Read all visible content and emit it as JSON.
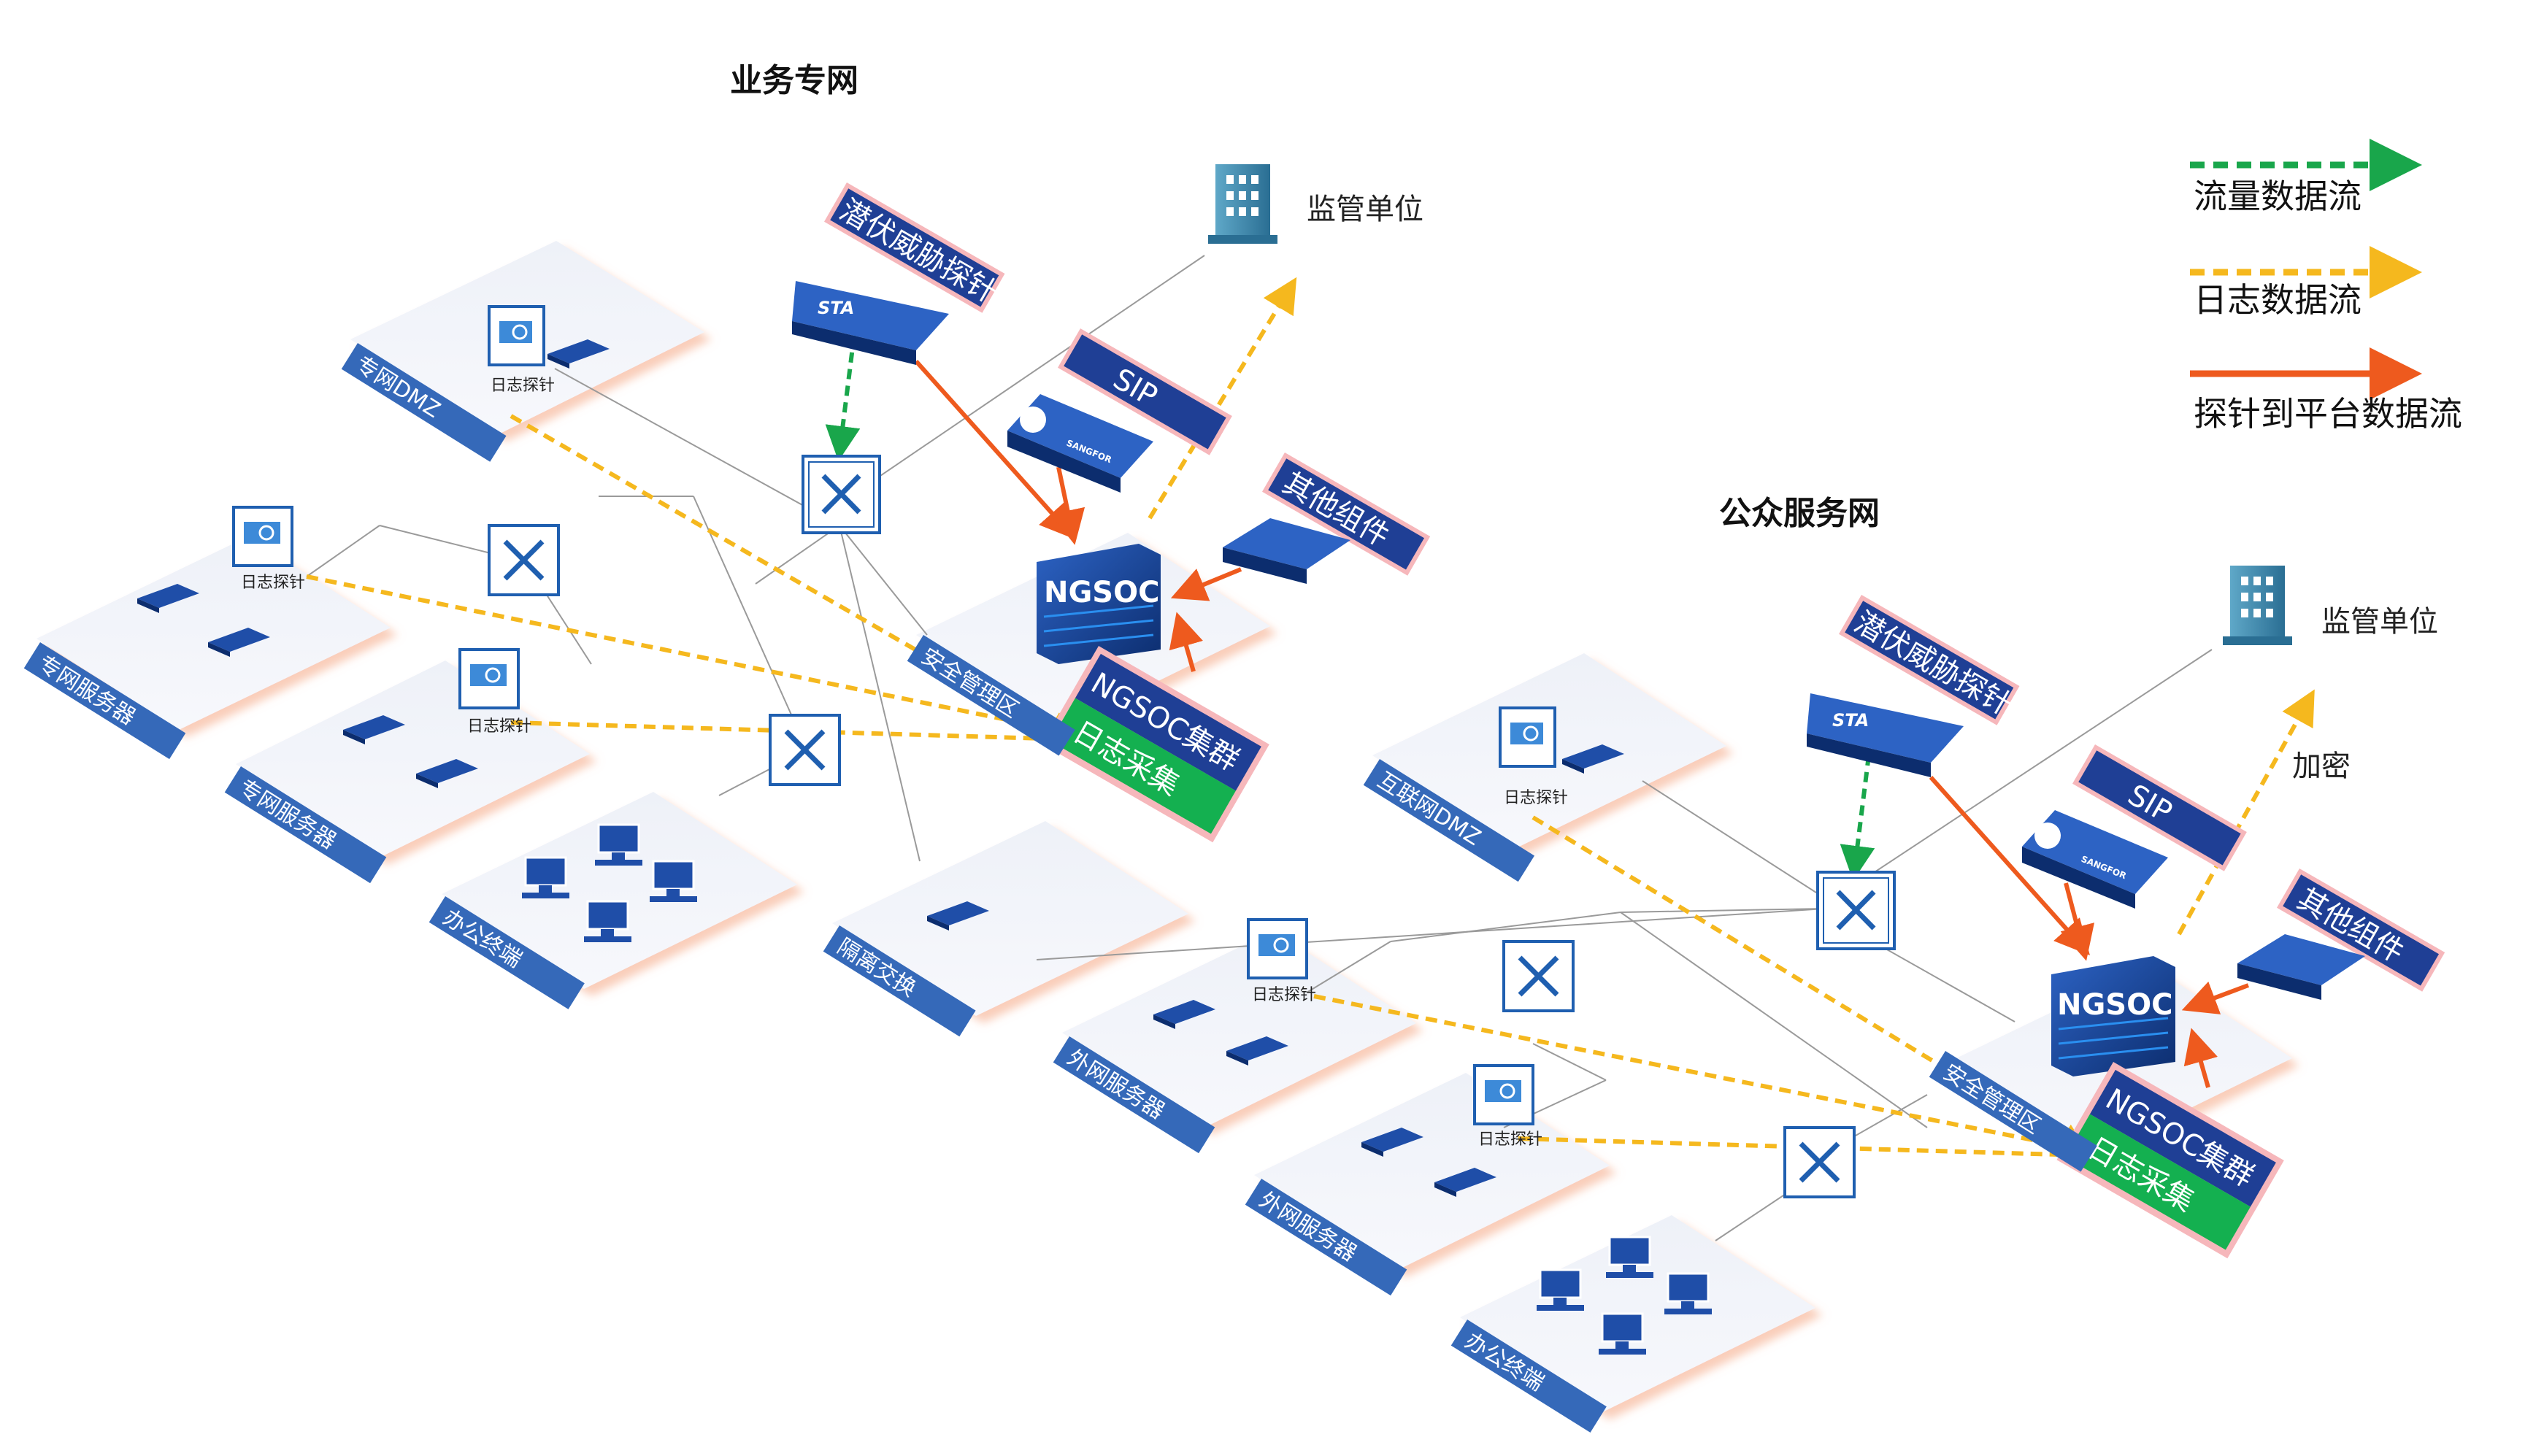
{
  "legend": {
    "traffic": "流量数据流",
    "log": "日志数据流",
    "probe": "探针到平台数据流",
    "colors": {
      "traffic": "#19a64b",
      "log": "#f5b81e",
      "probe": "#ee5a1e"
    }
  },
  "left": {
    "title": "业务专网",
    "regulator": "监管单位",
    "probe_banner": "潜伏威胁探针",
    "sip_banner": "SIP",
    "other_banner": "其他组件",
    "ngsoc": "NGSOC",
    "cluster": "NGSOC集群",
    "log_collect": "日志采集",
    "sta": "STA",
    "sangfor": "SANGFOR",
    "zones": {
      "dmz": "专网DMZ",
      "server1": "专网服务器",
      "server2": "专网服务器",
      "office": "办公终端",
      "mgmt": "安全管理区",
      "exchange": "隔离交换"
    },
    "log_probes": [
      "日志探针",
      "日志探针",
      "日志探针"
    ]
  },
  "right": {
    "title": "公众服务网",
    "regulator": "监管单位",
    "encrypt": "加密",
    "probe_banner": "潜伏威胁探针",
    "sip_banner": "SIP",
    "other_banner": "其他组件",
    "ngsoc": "NGSOC",
    "cluster": "NGSOC集群",
    "log_collect": "日志采集",
    "sta": "STA",
    "sangfor": "SANGFOR",
    "zones": {
      "dmz": "互联网DMZ",
      "server1": "外网服务器",
      "server2": "外网服务器",
      "office": "办公终端",
      "mgmt": "安全管理区"
    },
    "log_probes": [
      "日志探针",
      "日志探针",
      "日志探针"
    ]
  }
}
